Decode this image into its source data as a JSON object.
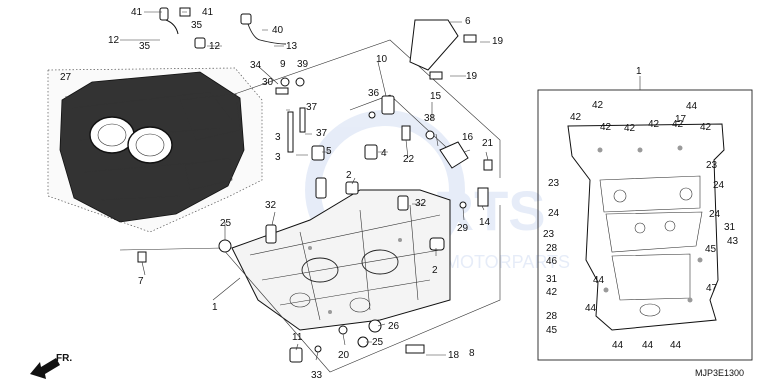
{
  "diagram": {
    "code": "MJP3E1300",
    "direction_label": "FR.",
    "watermark": {
      "main": "PARTS",
      "sub": "MOTORPARTS"
    },
    "callouts": [
      {
        "id": "c41a",
        "label": "41"
      },
      {
        "id": "c41b",
        "label": "41"
      },
      {
        "id": "c12a",
        "label": "12"
      },
      {
        "id": "c35a",
        "label": "35"
      },
      {
        "id": "c35b",
        "label": "35"
      },
      {
        "id": "c12b",
        "label": "12"
      },
      {
        "id": "c40",
        "label": "40"
      },
      {
        "id": "c13",
        "label": "13"
      },
      {
        "id": "c6",
        "label": "6"
      },
      {
        "id": "c19a",
        "label": "19"
      },
      {
        "id": "c19b",
        "label": "19"
      },
      {
        "id": "c34",
        "label": "34"
      },
      {
        "id": "c9",
        "label": "9"
      },
      {
        "id": "c39",
        "label": "39"
      },
      {
        "id": "c30",
        "label": "30"
      },
      {
        "id": "c10",
        "label": "10"
      },
      {
        "id": "c27",
        "label": "27"
      },
      {
        "id": "c36",
        "label": "36"
      },
      {
        "id": "c37a",
        "label": "37"
      },
      {
        "id": "c37b",
        "label": "37"
      },
      {
        "id": "c3a",
        "label": "3"
      },
      {
        "id": "c3b",
        "label": "3"
      },
      {
        "id": "c5",
        "label": "5"
      },
      {
        "id": "c4",
        "label": "4"
      },
      {
        "id": "c15",
        "label": "15"
      },
      {
        "id": "c38",
        "label": "38"
      },
      {
        "id": "c16",
        "label": "16"
      },
      {
        "id": "c21",
        "label": "21"
      },
      {
        "id": "c22",
        "label": "22"
      },
      {
        "id": "c7",
        "label": "7"
      },
      {
        "id": "c25a",
        "label": "25"
      },
      {
        "id": "c32a",
        "label": "32"
      },
      {
        "id": "c2a",
        "label": "2"
      },
      {
        "id": "c32b",
        "label": "32"
      },
      {
        "id": "c2b",
        "label": "2"
      },
      {
        "id": "c14",
        "label": "14"
      },
      {
        "id": "c29",
        "label": "29"
      },
      {
        "id": "c1a",
        "label": "1"
      },
      {
        "id": "c11",
        "label": "11"
      },
      {
        "id": "c26",
        "label": "26"
      },
      {
        "id": "c20",
        "label": "20"
      },
      {
        "id": "c25b",
        "label": "25"
      },
      {
        "id": "c18",
        "label": "18"
      },
      {
        "id": "c8",
        "label": "8"
      },
      {
        "id": "c33",
        "label": "33"
      },
      {
        "id": "c1b",
        "label": "1"
      },
      {
        "id": "r42a",
        "label": "42"
      },
      {
        "id": "r42b",
        "label": "42"
      },
      {
        "id": "r44a",
        "label": "44"
      },
      {
        "id": "r42c",
        "label": "42"
      },
      {
        "id": "r42d",
        "label": "42"
      },
      {
        "id": "r42e",
        "label": "42"
      },
      {
        "id": "r42f",
        "label": "42"
      },
      {
        "id": "r17",
        "label": "17"
      },
      {
        "id": "r42g",
        "label": "42"
      },
      {
        "id": "r23a",
        "label": "23"
      },
      {
        "id": "r23b",
        "label": "23"
      },
      {
        "id": "r24a",
        "label": "24"
      },
      {
        "id": "r24b",
        "label": "24"
      },
      {
        "id": "r24c",
        "label": "24"
      },
      {
        "id": "r31a",
        "label": "31"
      },
      {
        "id": "r43",
        "label": "43"
      },
      {
        "id": "r23c",
        "label": "23"
      },
      {
        "id": "r28a",
        "label": "28"
      },
      {
        "id": "r45a",
        "label": "45"
      },
      {
        "id": "r46",
        "label": "46"
      },
      {
        "id": "r31b",
        "label": "31"
      },
      {
        "id": "r42h",
        "label": "42"
      },
      {
        "id": "r47",
        "label": "47"
      },
      {
        "id": "r28b",
        "label": "28"
      },
      {
        "id": "r45b",
        "label": "45"
      },
      {
        "id": "r44b",
        "label": "44"
      },
      {
        "id": "r44c",
        "label": "44"
      },
      {
        "id": "r44d",
        "label": "44"
      },
      {
        "id": "r44e",
        "label": "44"
      },
      {
        "id": "r44f",
        "label": "44"
      }
    ]
  }
}
